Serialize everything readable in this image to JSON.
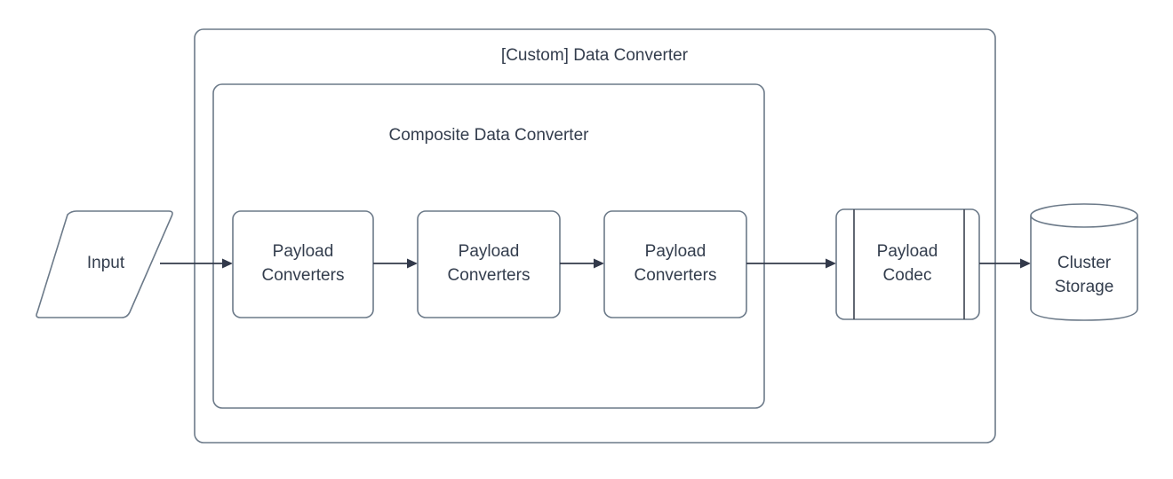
{
  "diagram": {
    "title": "[Custom] Data Converter",
    "background": "#ffffff",
    "colors": {
      "shape_stroke": "#6c7a89",
      "edge_stroke": "#32394a",
      "text": "#333d4d",
      "shape_fill": "#ffffff"
    },
    "groups": [
      {
        "id": "custom-data-converter",
        "label": "[Custom] Data Converter",
        "shape": "rounded-rect"
      },
      {
        "id": "composite-data-converter",
        "label": "Composite Data Converter",
        "shape": "rounded-rect"
      }
    ],
    "nodes": [
      {
        "id": "input",
        "label": "Input",
        "shape": "parallelogram"
      },
      {
        "id": "payload-converters-1",
        "label_line1": "Payload",
        "label_line2": "Converters",
        "shape": "rounded-rect"
      },
      {
        "id": "payload-converters-2",
        "label_line1": "Payload",
        "label_line2": "Converters",
        "shape": "rounded-rect"
      },
      {
        "id": "payload-converters-3",
        "label_line1": "Payload",
        "label_line2": "Converters",
        "shape": "rounded-rect"
      },
      {
        "id": "payload-codec",
        "label_line1": "Payload",
        "label_line2": "Codec",
        "shape": "predefined-process"
      },
      {
        "id": "cluster-storage",
        "label_line1": "Cluster",
        "label_line2": "Storage",
        "shape": "cylinder"
      }
    ],
    "edges": [
      {
        "id": "edge-input-to-pc1",
        "from": "input",
        "to": "payload-converters-1",
        "arrow": "solid-triangle"
      },
      {
        "id": "edge-pc1-to-pc2",
        "from": "payload-converters-1",
        "to": "payload-converters-2",
        "arrow": "solid-triangle"
      },
      {
        "id": "edge-pc2-to-pc3",
        "from": "payload-converters-2",
        "to": "payload-converters-3",
        "arrow": "solid-triangle"
      },
      {
        "id": "edge-pc3-to-codec",
        "from": "payload-converters-3",
        "to": "payload-codec",
        "arrow": "solid-triangle"
      },
      {
        "id": "edge-codec-to-storage",
        "from": "payload-codec",
        "to": "cluster-storage",
        "arrow": "solid-triangle"
      }
    ]
  }
}
